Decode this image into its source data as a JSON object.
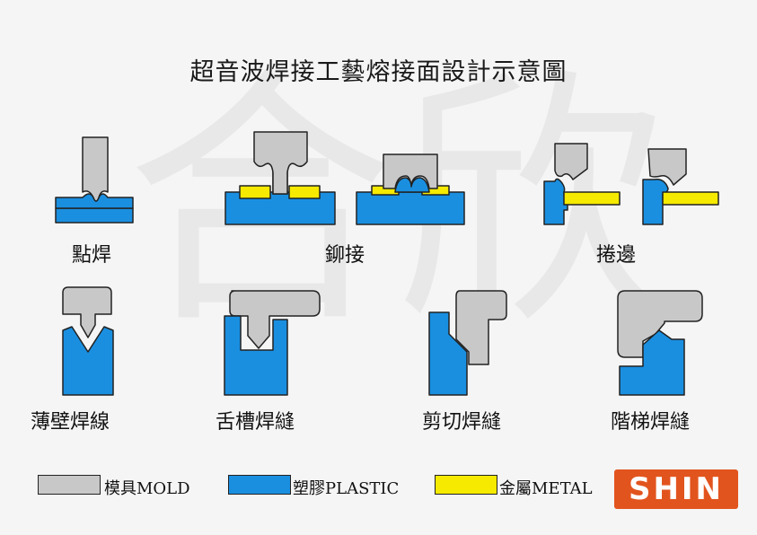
{
  "title": "超音波焊接工藝熔接面設計示意圖",
  "watermark": "合欣",
  "labels": {
    "spot": "點焊",
    "rivet": "鉚接",
    "curl": "捲邊",
    "thin_wall": "薄壁焊線",
    "tongue_groove": "舌槽焊縫",
    "shear": "剪切焊縫",
    "step": "階梯焊縫"
  },
  "legend": {
    "mold": "模具MOLD",
    "plastic": "塑膠PLASTIC",
    "metal": "金屬METAL"
  },
  "logo": "SHIN",
  "colors": {
    "mold": "#c8c8c8",
    "plastic": "#1a8fe0",
    "metal": "#f5ea00",
    "outline": "#222222",
    "logo": "#e2541e",
    "watermark": "#e6e6e6"
  }
}
